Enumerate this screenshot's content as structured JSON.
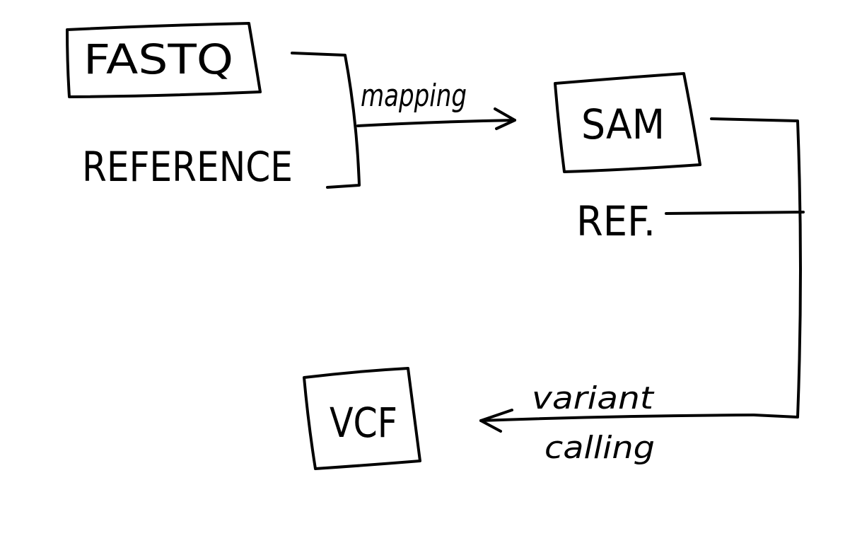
{
  "diagram": {
    "nodes": {
      "fastq": "FASTQ",
      "reference": "REFERENCE",
      "sam": "SAM",
      "ref": "REF.",
      "vcf": "VCF"
    },
    "edges": {
      "mapping": "mapping",
      "variant_calling_line1": "variant",
      "variant_calling_line2": "calling"
    }
  },
  "style": {
    "ink": "#000000",
    "background": "#ffffff"
  }
}
